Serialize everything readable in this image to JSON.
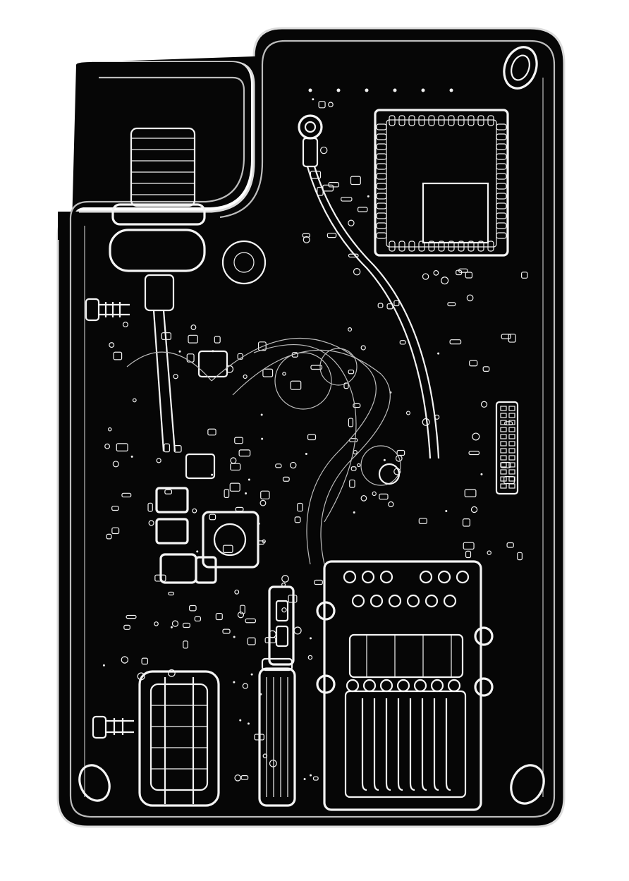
{
  "image": {
    "subject": "x-ray-edge-view-electronic-enclosure",
    "background_color": "#ffffff",
    "enclosure_color": "#060606",
    "edge_color": "#f4f4f4"
  },
  "components": [
    {
      "id": "sma-antenna-connector"
    },
    {
      "id": "rf-module-shield"
    },
    {
      "id": "ufl-antenna-connector"
    },
    {
      "id": "ethernet-rj45-jack"
    },
    {
      "id": "dc-barrel-jack"
    },
    {
      "id": "usb-connector"
    },
    {
      "id": "led-light-pipe"
    },
    {
      "id": "mounting-screw"
    },
    {
      "id": "power-inductor"
    },
    {
      "id": "pcb-mounting-boss"
    }
  ]
}
